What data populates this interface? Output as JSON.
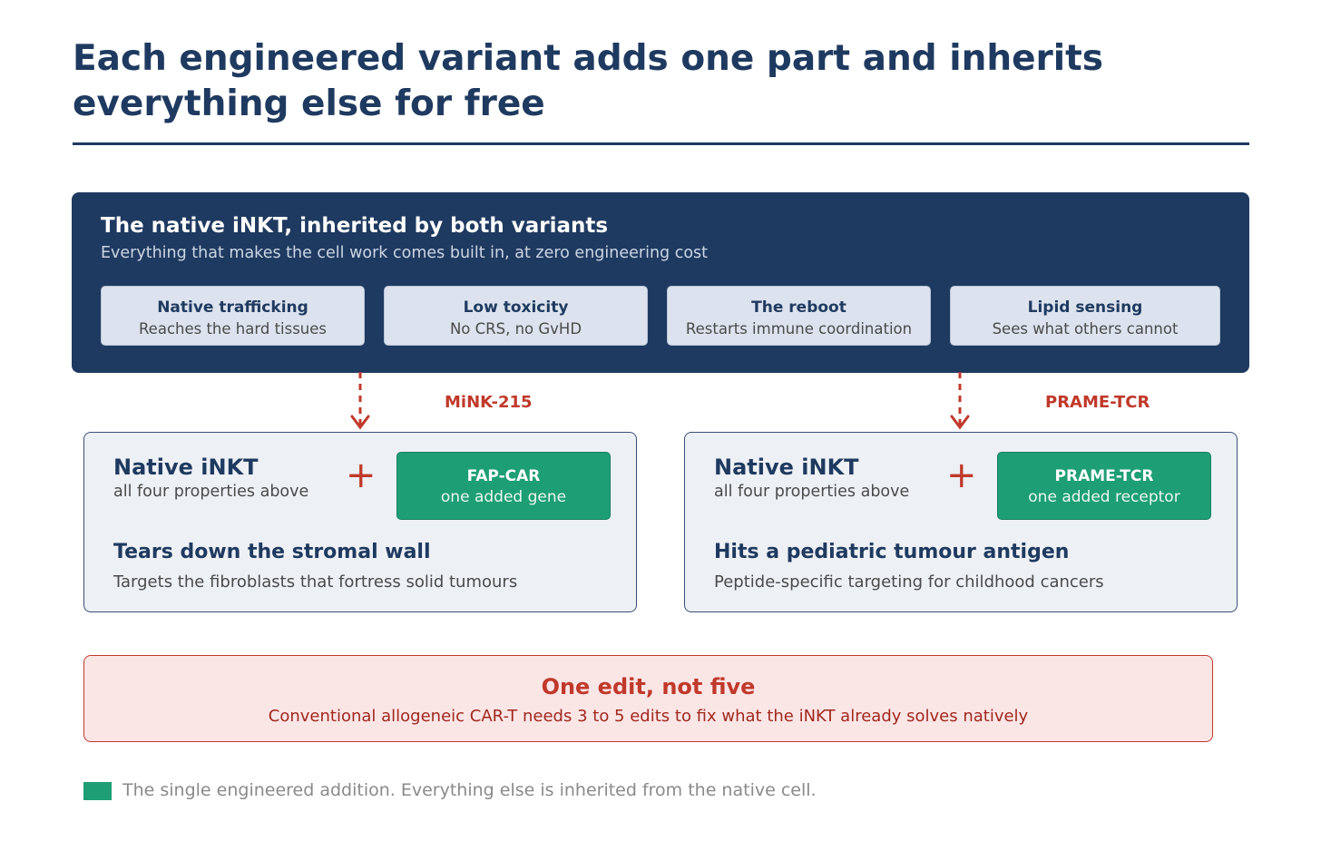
{
  "title": "Each engineered variant adds one part and inherits everything else for free",
  "native": {
    "title": "The native iNKT, inherited by both variants",
    "subtitle": "Everything that makes the cell work comes built in, at zero engineering cost",
    "properties": [
      {
        "name": "Native trafficking",
        "desc": "Reaches the hard tissues"
      },
      {
        "name": "Low toxicity",
        "desc": "No CRS, no GvHD"
      },
      {
        "name": "The reboot",
        "desc": "Restarts immune coordination"
      },
      {
        "name": "Lipid sensing",
        "desc": "Sees what others cannot"
      }
    ]
  },
  "variants": [
    {
      "label": "MiNK-215",
      "base_name": "Native iNKT",
      "base_sub": "all four properties above",
      "plus": "+",
      "added_name": "FAP-CAR",
      "added_sub": "one added gene",
      "headline": "Tears down the stromal wall",
      "desc": "Targets the fibroblasts that fortress solid tumours"
    },
    {
      "label": "PRAME-TCR",
      "base_name": "Native iNKT",
      "base_sub": "all four properties above",
      "plus": "+",
      "added_name": "PRAME-TCR",
      "added_sub": "one added receptor",
      "headline": "Hits a pediatric tumour antigen",
      "desc": "Peptide-specific targeting for childhood cancers"
    }
  ],
  "callout": {
    "title": "One edit, not five",
    "subtitle": "Conventional allogeneic CAR-T needs 3 to 5 edits to fix what the iNKT already solves natively"
  },
  "legend": {
    "text": "The single engineered addition. Everything else is inherited from the native cell.",
    "color": "#1e9e74"
  },
  "colors": {
    "navy": "#1f3a60",
    "accent_red": "#c0392b",
    "engineered_green": "#1e9e74"
  }
}
